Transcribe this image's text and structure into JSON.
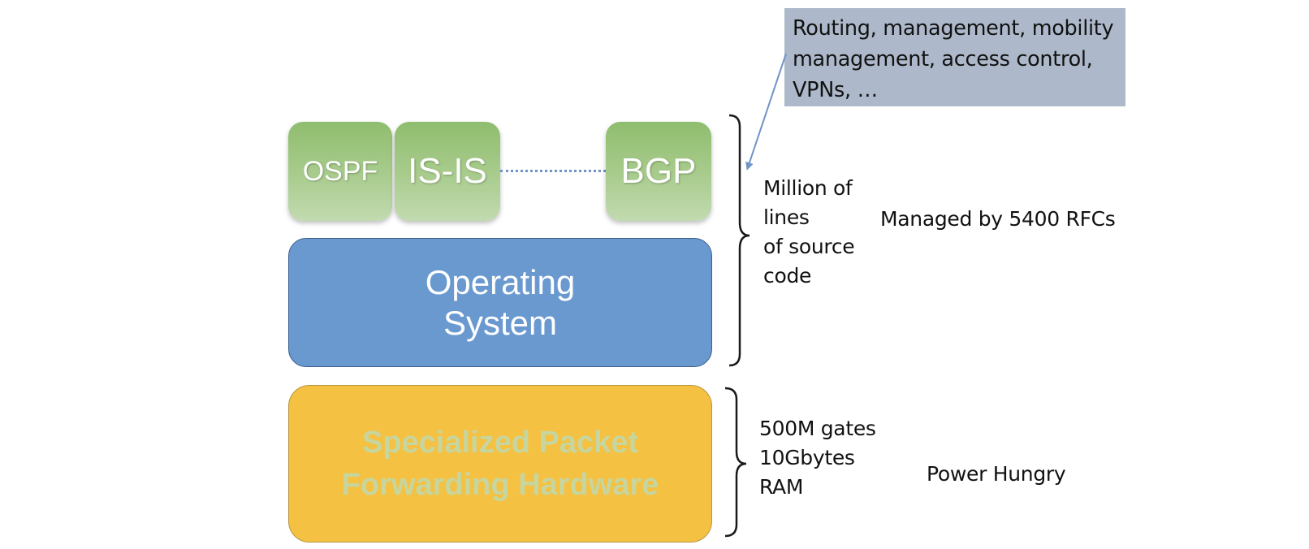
{
  "callout": {
    "lines": [
      "Routing, management, mobility",
      "management, access control,",
      "VPNs, …"
    ]
  },
  "protocols": {
    "ospf": "OSPF",
    "isis": "IS-IS",
    "bgp": "BGP"
  },
  "os": {
    "lines": [
      "Operating",
      "System"
    ]
  },
  "hardware": {
    "lines": [
      "Specialized Packet",
      "Forwarding Hardware"
    ]
  },
  "software_annotation": {
    "lines": [
      "Million of",
      "lines",
      "of source",
      "code"
    ],
    "rfc": "Managed by 5400 RFCs"
  },
  "hardware_annotation": {
    "lines": [
      "500M gates",
      "10Gbytes",
      "RAM"
    ],
    "power": "Power Hungry"
  },
  "colors": {
    "callout_bg": "#adb9ca",
    "protocol_green": "#a9cc8e",
    "os_blue": "#6a99d0",
    "hardware_yellow": "#f4c142",
    "arrow_blue": "#6f94c7"
  }
}
